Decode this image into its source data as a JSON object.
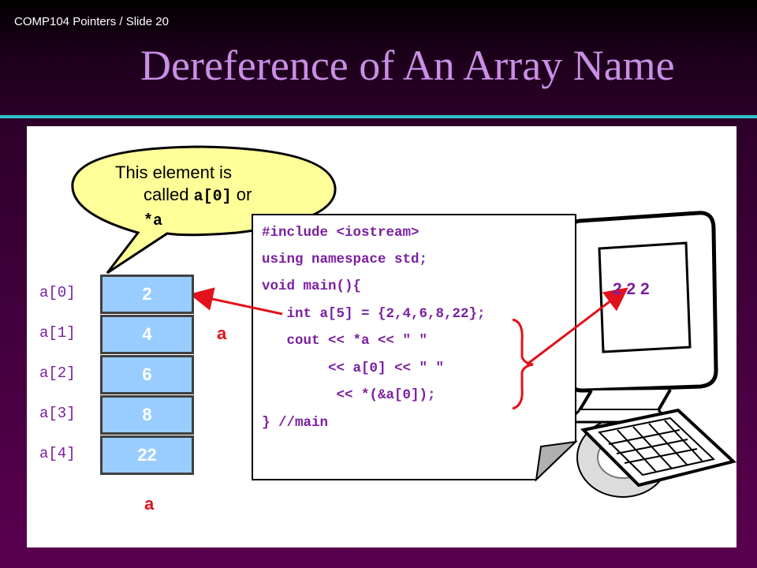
{
  "header": {
    "course_label": "COMP104 Pointers / Slide 20",
    "title": "Dereference of An Array Name"
  },
  "callout": {
    "line1": "This element is",
    "line2_prefix": "called ",
    "line2_code": "a[0]",
    "line2_suffix": " or",
    "line3_code": "*a"
  },
  "array": {
    "index_labels": [
      "a[0]",
      "a[1]",
      "a[2]",
      "a[3]",
      "a[4]"
    ],
    "values": [
      "2",
      "4",
      "6",
      "8",
      "22"
    ],
    "name_label": "a",
    "pointer_label": "a"
  },
  "code": {
    "lines": [
      "#include <iostream>",
      "using namespace std;",
      "void main(){",
      "   int a[5] = {2,4,6,8,22};",
      "   cout << *a << \" \"",
      "        << a[0] << \" \"",
      "         << *(&a[0]);",
      "} //main"
    ]
  },
  "output": {
    "text": "2 2 2"
  },
  "colors": {
    "title": "#c98fe6",
    "code": "#7a1fa0",
    "arrow": "#e1121b",
    "cell_fill": "#99ccff",
    "bubble": "#ffff99",
    "rule": "#2ec4c9"
  }
}
